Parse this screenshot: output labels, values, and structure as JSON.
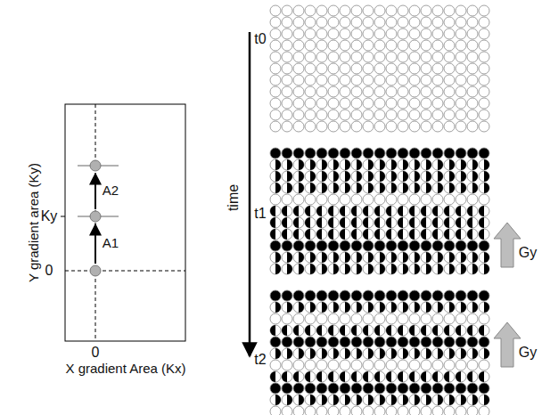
{
  "diagram": {
    "labels": [
      "Y gradient area (Ky)",
      "Ky",
      "0",
      "A2",
      "A1",
      "0",
      "X gradient Area (Kx)",
      "time",
      "t0",
      "t1",
      "Gy",
      "t2",
      "Gy"
    ]
  }
}
